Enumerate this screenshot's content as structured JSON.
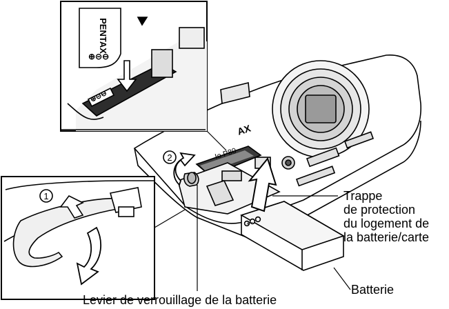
{
  "labels": {
    "cover": [
      "Trappe",
      "de protection",
      "du logement de",
      "la batterie/carte"
    ],
    "battery": "Batterie",
    "lock_lever": "Levier de verrouillage de la batterie"
  },
  "step_numbers": [
    "1",
    "2"
  ],
  "printed_marks": {
    "brand_battery_top": "PENTAX",
    "brand_camera_body": "AX",
    "model": "Io P80",
    "polarity": "+−"
  },
  "colors": {
    "line": "#000000",
    "camera_fill": "#ffffff",
    "shading": "#d9d9d9",
    "dark_slot": "#3a3a3a"
  }
}
